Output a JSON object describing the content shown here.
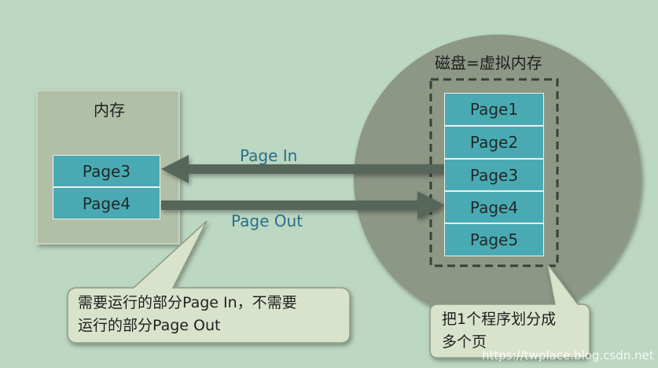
{
  "memory": {
    "title": "内存",
    "pages": [
      "Page3",
      "Page4"
    ]
  },
  "disk": {
    "title": "磁盘=虚拟内存",
    "pages": [
      "Page1",
      "Page2",
      "Page3",
      "Page4",
      "Page5"
    ]
  },
  "arrows": {
    "page_in": "Page In",
    "page_out": "Page Out"
  },
  "callouts": {
    "left_line1": "需要运行的部分Page In，不需要",
    "left_line2": "运行的部分Page Out",
    "right_line1": "把1个程序划分成",
    "right_line2": "多个页"
  },
  "watermark": "https://twplace.blog.csdn.net",
  "colors": {
    "background": "#bcd7c2",
    "memory_box": "#b2bfa7",
    "disk_circle": "#8d9786",
    "page_fill": "#4aaab3",
    "arrow": "#56665a",
    "arrow_label": "#2b6f86",
    "callout_fill": "#d9e3cc"
  }
}
